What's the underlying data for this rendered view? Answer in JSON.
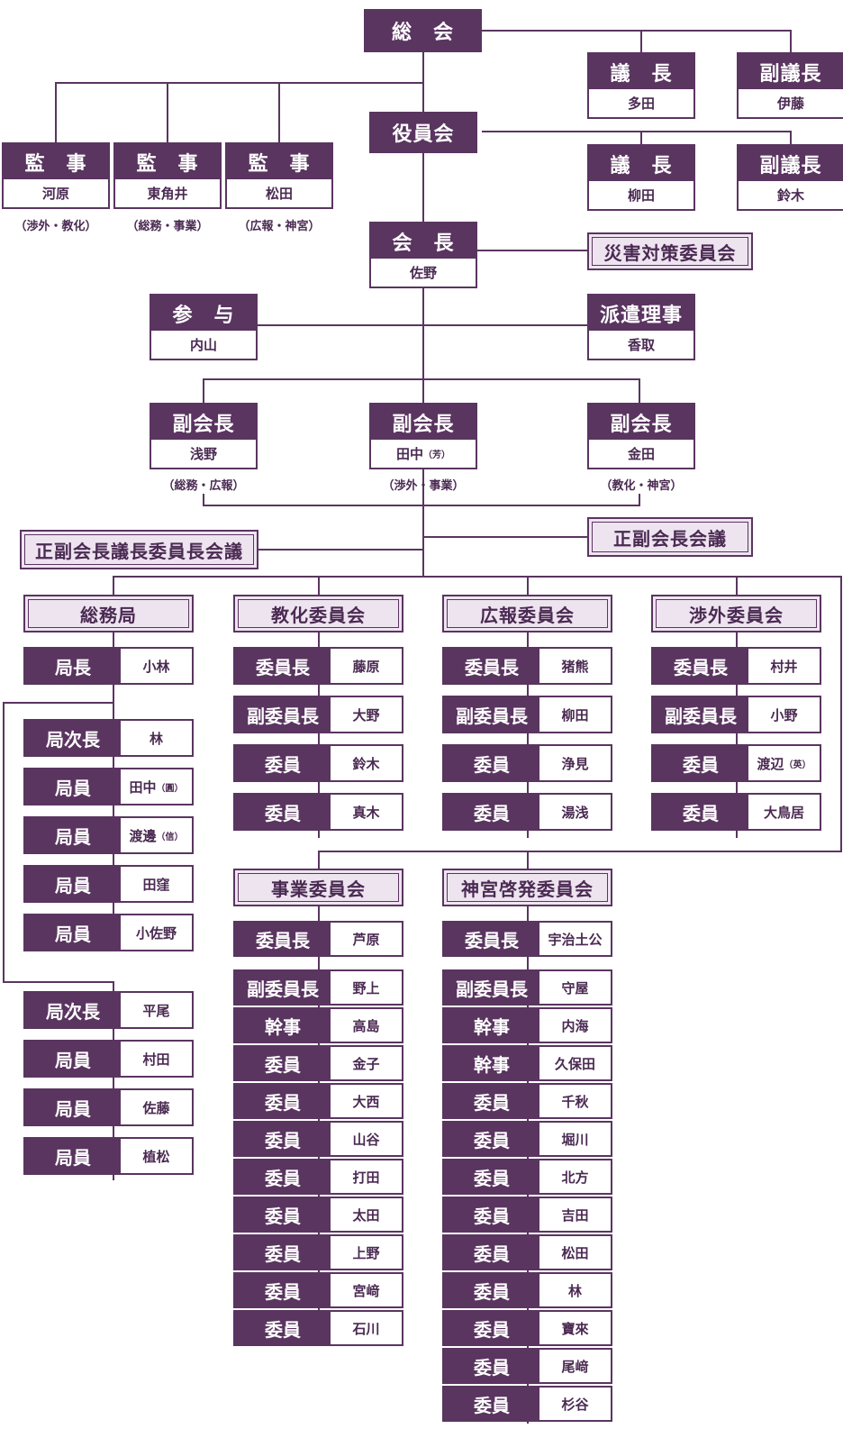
{
  "top": {
    "soukai": "総　会",
    "soukai_chair": {
      "role": "議　長",
      "name": "多田"
    },
    "soukai_vice": {
      "role": "副議長",
      "name": "伊藤"
    },
    "yakuinkai": "役員会",
    "yakuin_chair": {
      "role": "議　長",
      "name": "柳田"
    },
    "yakuin_vice": {
      "role": "副議長",
      "name": "鈴木"
    },
    "auditors": [
      {
        "role": "監　事",
        "name": "河原",
        "duty": "（渉外・教化）"
      },
      {
        "role": "監　事",
        "name": "東角井",
        "duty": "（総務・事業）"
      },
      {
        "role": "監　事",
        "name": "松田",
        "duty": "（広報・神宮）"
      }
    ],
    "president": {
      "role": "会　長",
      "name": "佐野"
    },
    "disaster": "災害対策委員会",
    "counselor": {
      "role": "参　与",
      "name": "内山"
    },
    "dispatch": {
      "role": "派遣理事",
      "name": "香取"
    },
    "vice_presidents": [
      {
        "role": "副会長",
        "name": "浅野",
        "suffix": "",
        "duty": "（総務・広報）"
      },
      {
        "role": "副会長",
        "name": "田中",
        "suffix": "（芳）",
        "duty": "（渉外・事業）"
      },
      {
        "role": "副会長",
        "name": "金田",
        "suffix": "",
        "duty": "（教化・神宮）"
      }
    ],
    "meeting_all": "正副会長議長委員長会議",
    "meeting_vp": "正副会長会議"
  },
  "departments": {
    "soumu": {
      "title": "総務局",
      "members": [
        {
          "role": "局長",
          "name": "小林",
          "suffix": ""
        },
        {
          "role": "局次長",
          "name": "林",
          "suffix": ""
        },
        {
          "role": "局員",
          "name": "田中",
          "suffix": "（圓）"
        },
        {
          "role": "局員",
          "name": "渡邊",
          "suffix": "（信）"
        },
        {
          "role": "局員",
          "name": "田窪",
          "suffix": ""
        },
        {
          "role": "局員",
          "name": "小佐野",
          "suffix": ""
        },
        {
          "role": "局次長",
          "name": "平尾",
          "suffix": ""
        },
        {
          "role": "局員",
          "name": "村田",
          "suffix": ""
        },
        {
          "role": "局員",
          "name": "佐藤",
          "suffix": ""
        },
        {
          "role": "局員",
          "name": "植松",
          "suffix": ""
        }
      ]
    },
    "kyouka": {
      "title": "教化委員会",
      "members": [
        {
          "role": "委員長",
          "name": "藤原",
          "suffix": ""
        },
        {
          "role": "副委員長",
          "name": "大野",
          "suffix": ""
        },
        {
          "role": "委員",
          "name": "鈴木",
          "suffix": ""
        },
        {
          "role": "委員",
          "name": "真木",
          "suffix": ""
        }
      ]
    },
    "kouhou": {
      "title": "広報委員会",
      "members": [
        {
          "role": "委員長",
          "name": "猪熊",
          "suffix": ""
        },
        {
          "role": "副委員長",
          "name": "柳田",
          "suffix": ""
        },
        {
          "role": "委員",
          "name": "浄見",
          "suffix": ""
        },
        {
          "role": "委員",
          "name": "湯浅",
          "suffix": ""
        }
      ]
    },
    "shougai": {
      "title": "渉外委員会",
      "members": [
        {
          "role": "委員長",
          "name": "村井",
          "suffix": ""
        },
        {
          "role": "副委員長",
          "name": "小野",
          "suffix": ""
        },
        {
          "role": "委員",
          "name": "渡辺",
          "suffix": "（英）"
        },
        {
          "role": "委員",
          "name": "大鳥居",
          "suffix": ""
        }
      ]
    },
    "jigyou": {
      "title": "事業委員会",
      "members": [
        {
          "role": "委員長",
          "name": "芦原",
          "suffix": ""
        },
        {
          "role": "副委員長",
          "name": "野上",
          "suffix": ""
        },
        {
          "role": "幹事",
          "name": "高島",
          "suffix": ""
        },
        {
          "role": "委員",
          "name": "金子",
          "suffix": ""
        },
        {
          "role": "委員",
          "name": "大西",
          "suffix": ""
        },
        {
          "role": "委員",
          "name": "山谷",
          "suffix": ""
        },
        {
          "role": "委員",
          "name": "打田",
          "suffix": ""
        },
        {
          "role": "委員",
          "name": "太田",
          "suffix": ""
        },
        {
          "role": "委員",
          "name": "上野",
          "suffix": ""
        },
        {
          "role": "委員",
          "name": "宮﨑",
          "suffix": ""
        },
        {
          "role": "委員",
          "name": "石川",
          "suffix": ""
        }
      ]
    },
    "jinguu": {
      "title": "神宮啓発委員会",
      "members": [
        {
          "role": "委員長",
          "name": "宇治土公",
          "suffix": ""
        },
        {
          "role": "副委員長",
          "name": "守屋",
          "suffix": ""
        },
        {
          "role": "幹事",
          "name": "内海",
          "suffix": ""
        },
        {
          "role": "幹事",
          "name": "久保田",
          "suffix": ""
        },
        {
          "role": "委員",
          "name": "千秋",
          "suffix": ""
        },
        {
          "role": "委員",
          "name": "堀川",
          "suffix": ""
        },
        {
          "role": "委員",
          "name": "北方",
          "suffix": ""
        },
        {
          "role": "委員",
          "name": "吉田",
          "suffix": ""
        },
        {
          "role": "委員",
          "name": "松田",
          "suffix": ""
        },
        {
          "role": "委員",
          "name": "林",
          "suffix": ""
        },
        {
          "role": "委員",
          "name": "寶來",
          "suffix": ""
        },
        {
          "role": "委員",
          "name": "尾﨑",
          "suffix": ""
        },
        {
          "role": "委員",
          "name": "杉谷",
          "suffix": ""
        }
      ]
    }
  },
  "colors": {
    "primary": "#5a3560",
    "lavender": "#eee4f0",
    "text": "#4a2a52"
  }
}
